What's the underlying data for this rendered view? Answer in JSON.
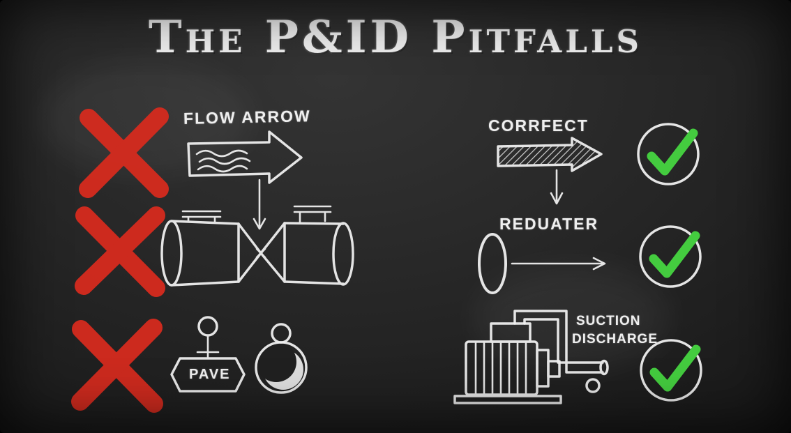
{
  "title": "The P&ID Pitfalls",
  "labels": {
    "flow_arrow": "FLOW ARROW",
    "corrfect": "CORRFECT",
    "reduater": "REDUATER",
    "pave": "PAVE",
    "suction": "SUCTION",
    "discharge": "DISCHARGE"
  },
  "icons": {
    "x_mark": "✗",
    "check_mark": "✓",
    "flow_arrow": "→",
    "down_arrow": "↓",
    "right_arrow": "→"
  },
  "marks": {
    "wrong_count": 3,
    "correct_count": 3
  },
  "colors": {
    "board": "#1c1c1c",
    "chalk": "#efefef",
    "error": "#d62b1e",
    "success": "#44cc3f"
  }
}
